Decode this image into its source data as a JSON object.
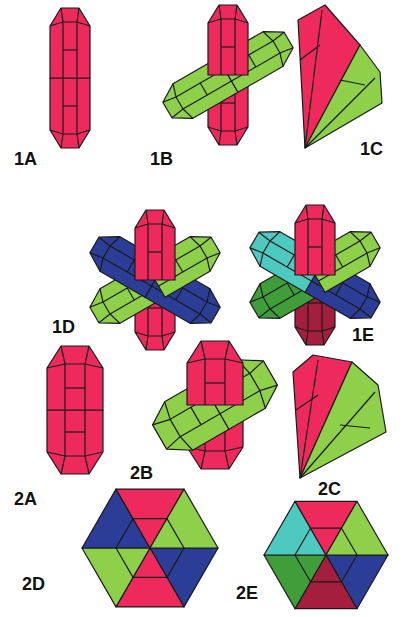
{
  "diagram": {
    "labels": [
      "1A",
      "1B",
      "1C",
      "1D",
      "1E",
      "2A",
      "2B",
      "2C",
      "2D",
      "2E"
    ]
  }
}
